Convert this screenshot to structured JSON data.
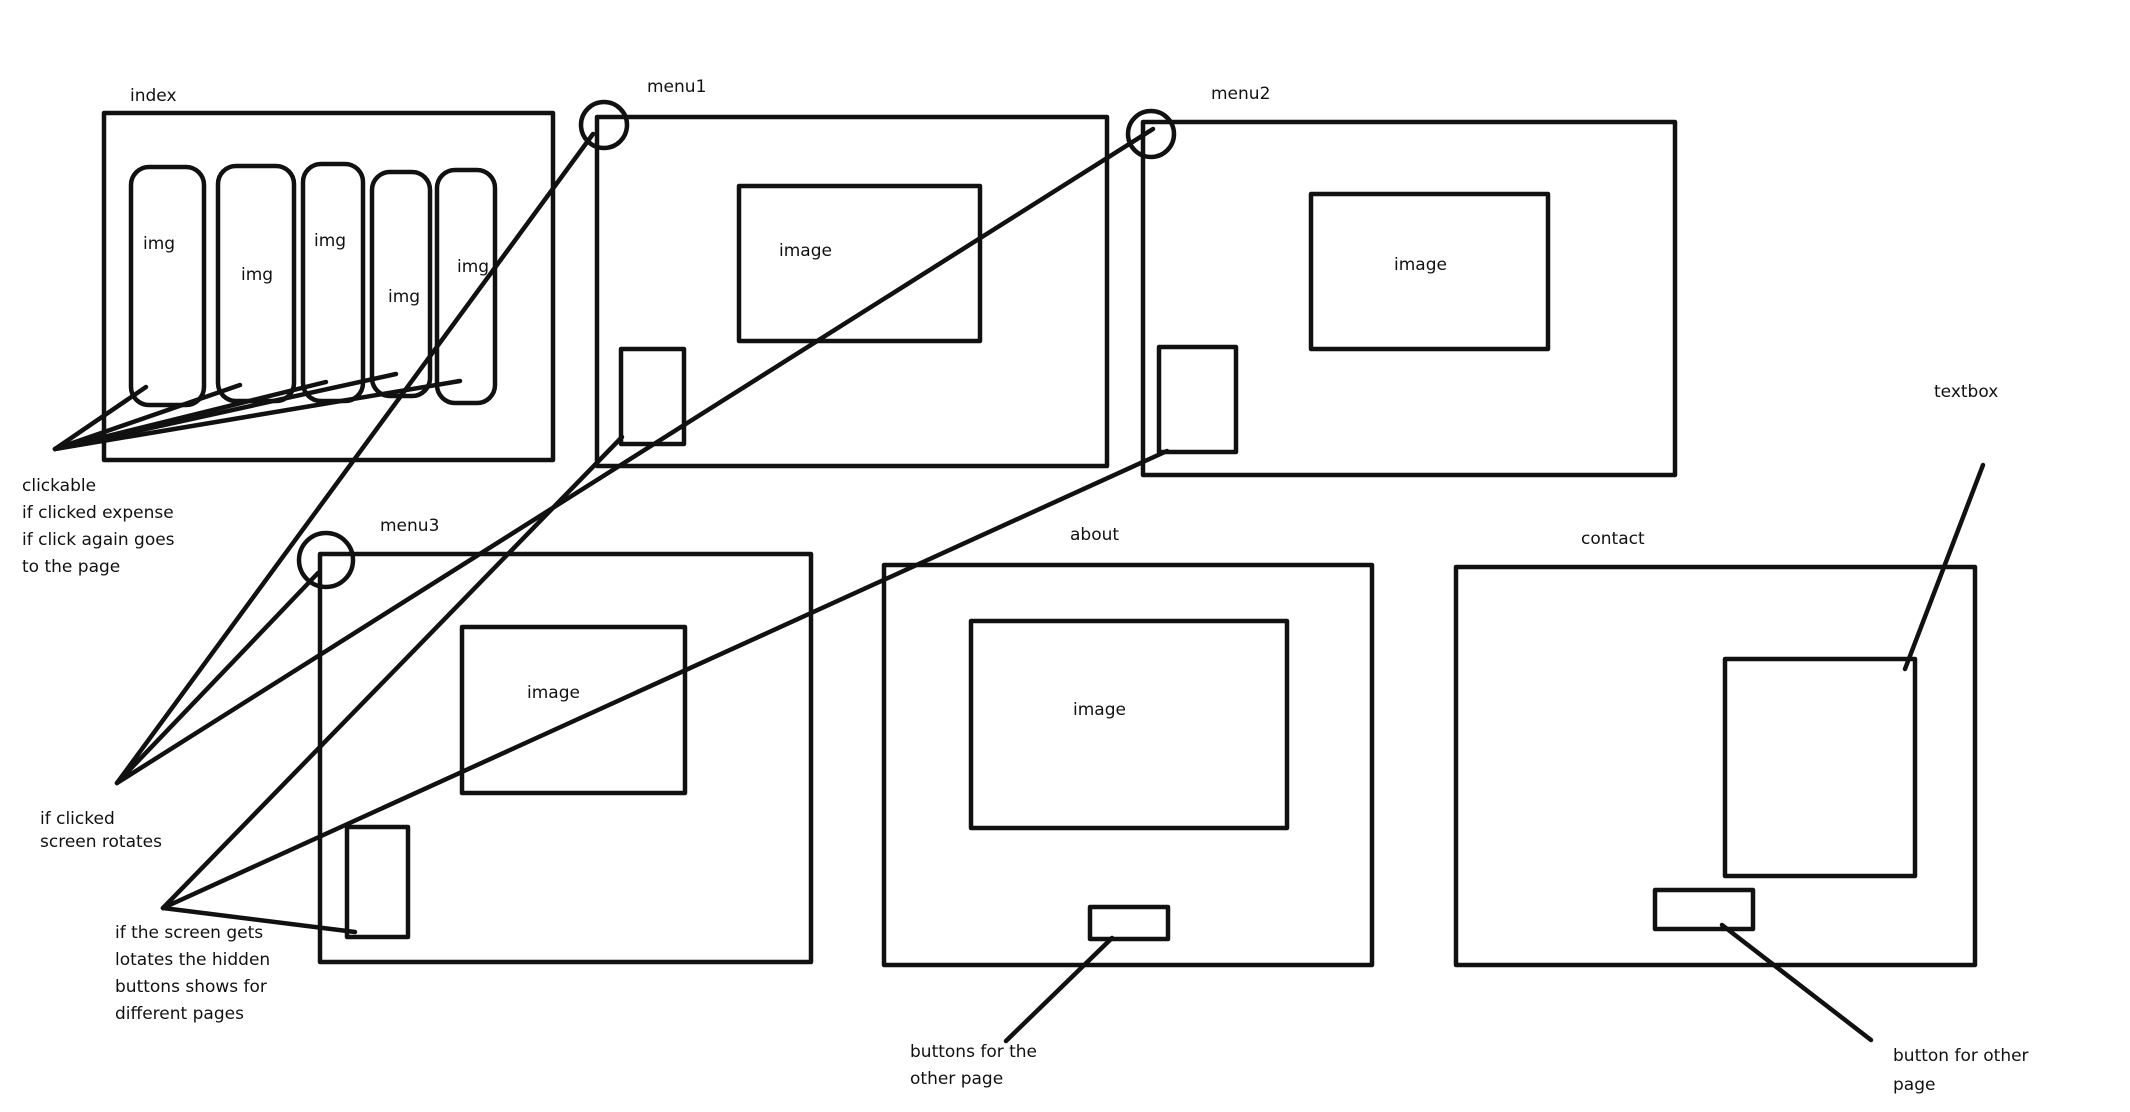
{
  "frames": {
    "index": "index",
    "menu1": "menu1",
    "menu2": "menu2",
    "menu3": "menu3",
    "about": "about",
    "contact": "contact"
  },
  "index_items": [
    "img",
    "img",
    "img",
    "img",
    "img"
  ],
  "image_labels": {
    "menu1": "image",
    "menu2": "image",
    "menu3": "image",
    "about": "image"
  },
  "textbox_label": "textbox",
  "notes": {
    "clickable": [
      "clickable",
      "if clicked expense",
      "if click again goes",
      "to the page"
    ],
    "rotate": [
      "if clicked",
      "screen rotates"
    ],
    "hidden_buttons": [
      "if the screen gets",
      "lotates the hidden",
      "buttons shows for",
      "different pages"
    ],
    "about_button": [
      "buttons for the",
      "other page"
    ],
    "contact_button": [
      "button for other",
      "page"
    ]
  }
}
